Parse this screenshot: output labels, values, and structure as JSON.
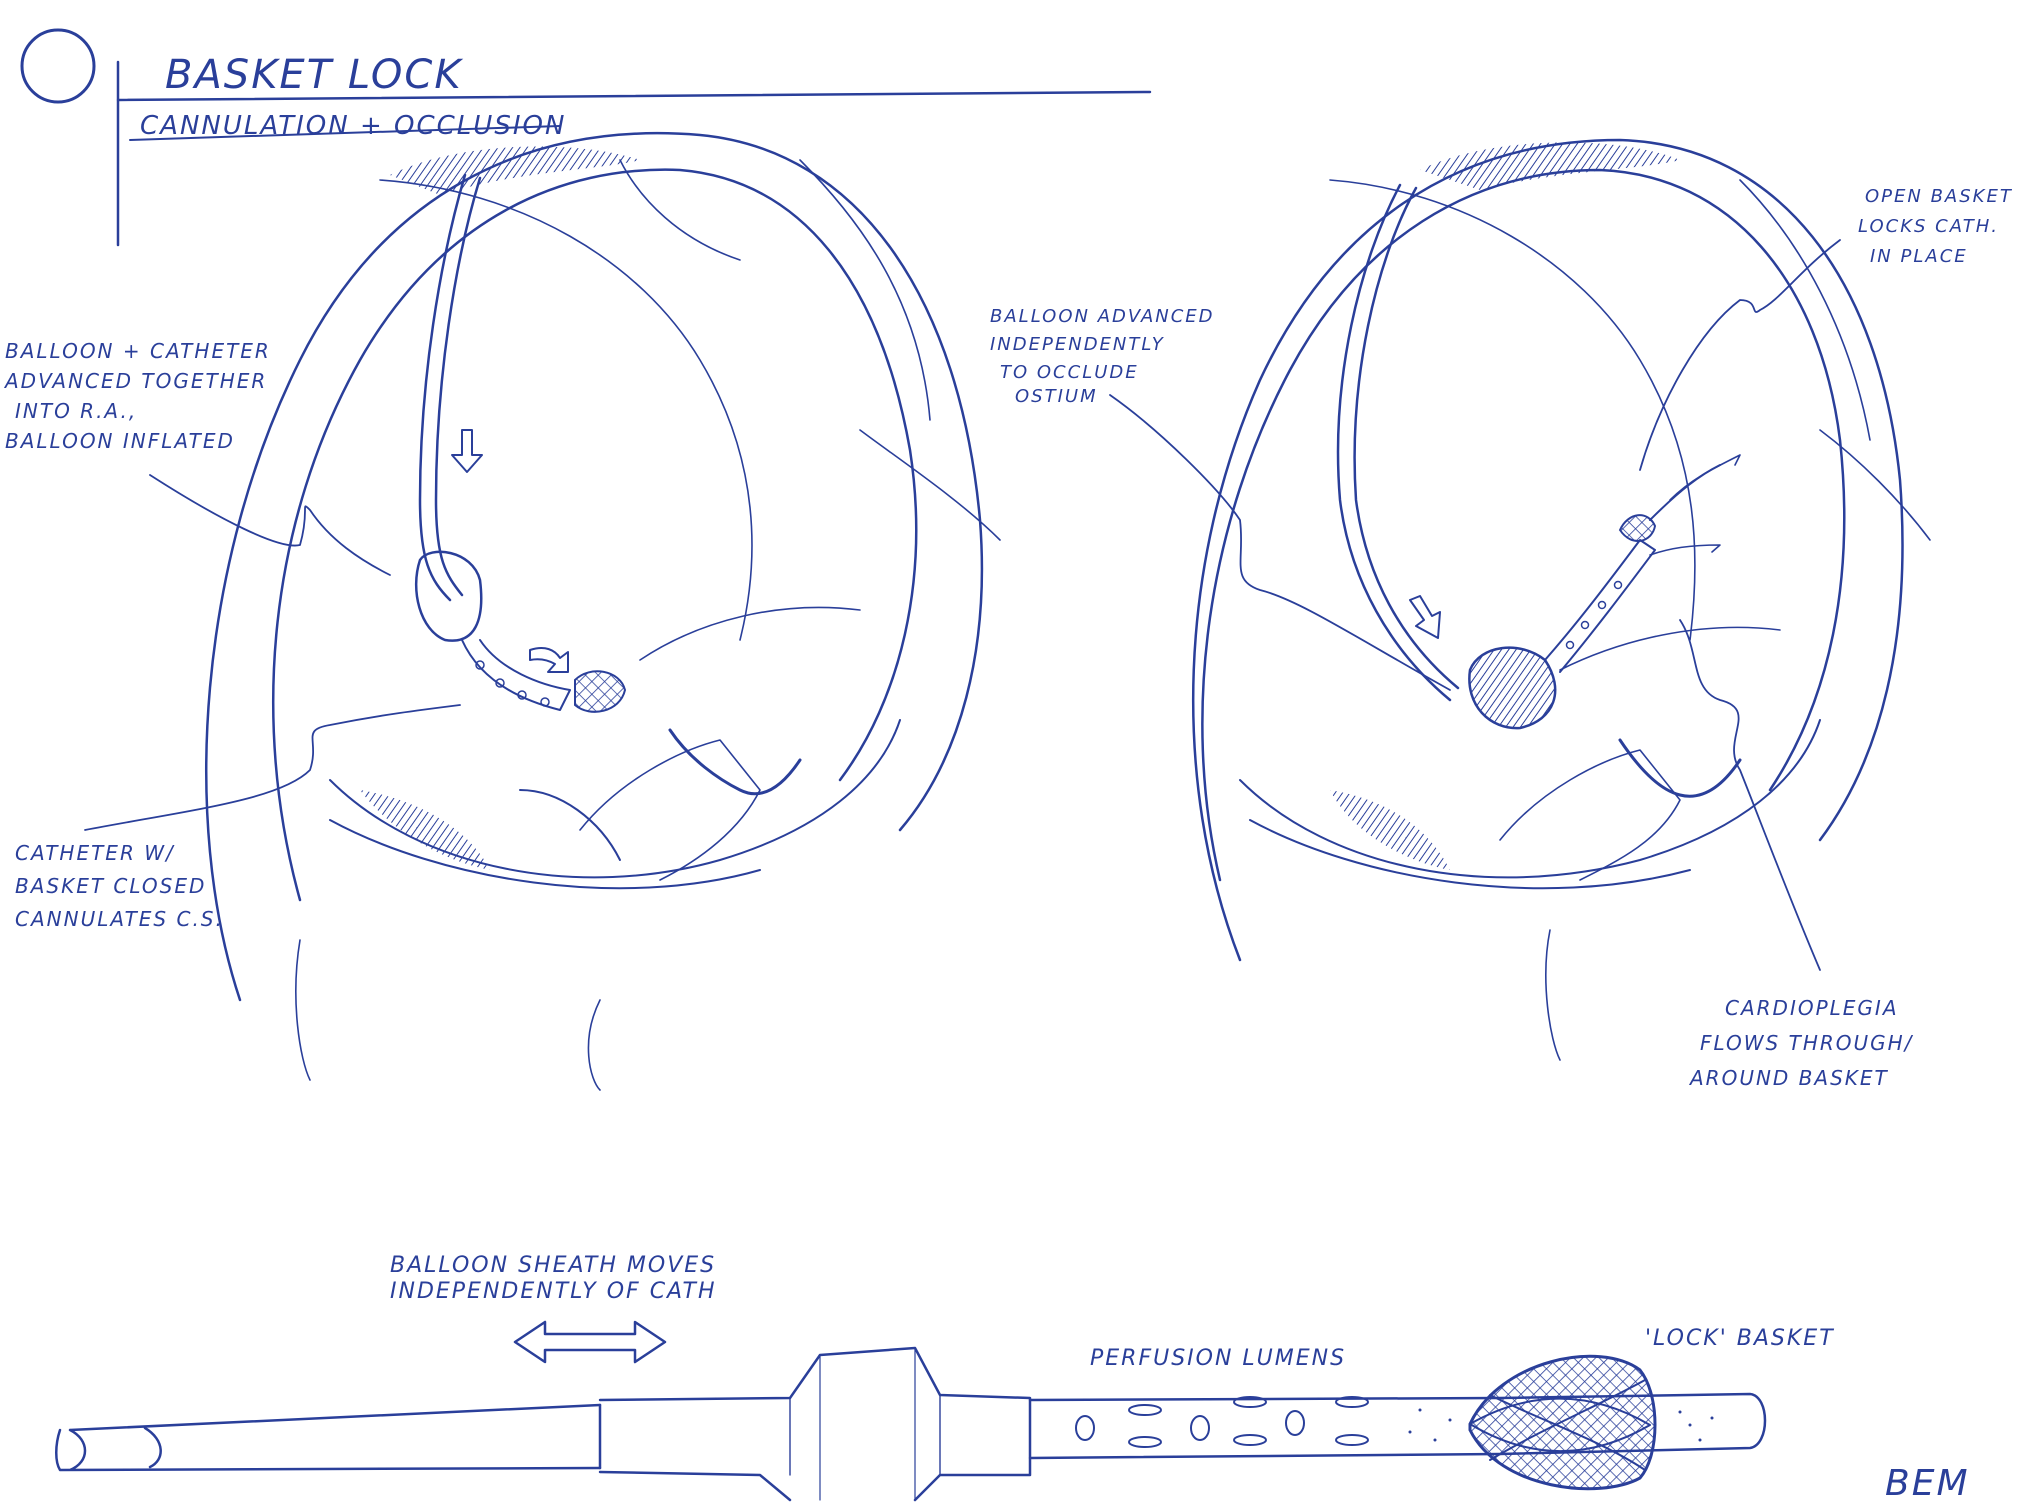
{
  "title": "BASKET LOCK",
  "subtitle": "CANNULATION + OCCLUSION",
  "colors": {
    "ink": "#2a3f9a",
    "paper": "#ffffff",
    "shade": "#3b4fb0"
  },
  "left_figure": {
    "callout_top": [
      "BALLOON + CATHETER",
      "ADVANCED TOGETHER",
      "INTO R.A.,",
      "BALLOON INFLATED"
    ],
    "callout_bottom": [
      "CATHETER W/",
      "BASKET CLOSED",
      "CANNULATES C.S."
    ]
  },
  "right_figure": {
    "callout_balloon": [
      "BALLOON ADVANCED",
      "INDEPENDENTLY",
      "TO OCCLUDE",
      "OSTIUM"
    ],
    "callout_basket": [
      "OPEN BASKET",
      "LOCKS CATH.",
      "IN PLACE"
    ],
    "callout_flow": [
      "CARDIOPLEGIA",
      "FLOWS THROUGH/",
      "AROUND BASKET"
    ]
  },
  "device": {
    "sheath_note": [
      "BALLOON SHEATH MOVES",
      "INDEPENDENTLY OF CATH"
    ],
    "perfusion_label": "PERFUSION LUMENS",
    "basket_label": "'LOCK' BASKET"
  },
  "signature": "BEM"
}
